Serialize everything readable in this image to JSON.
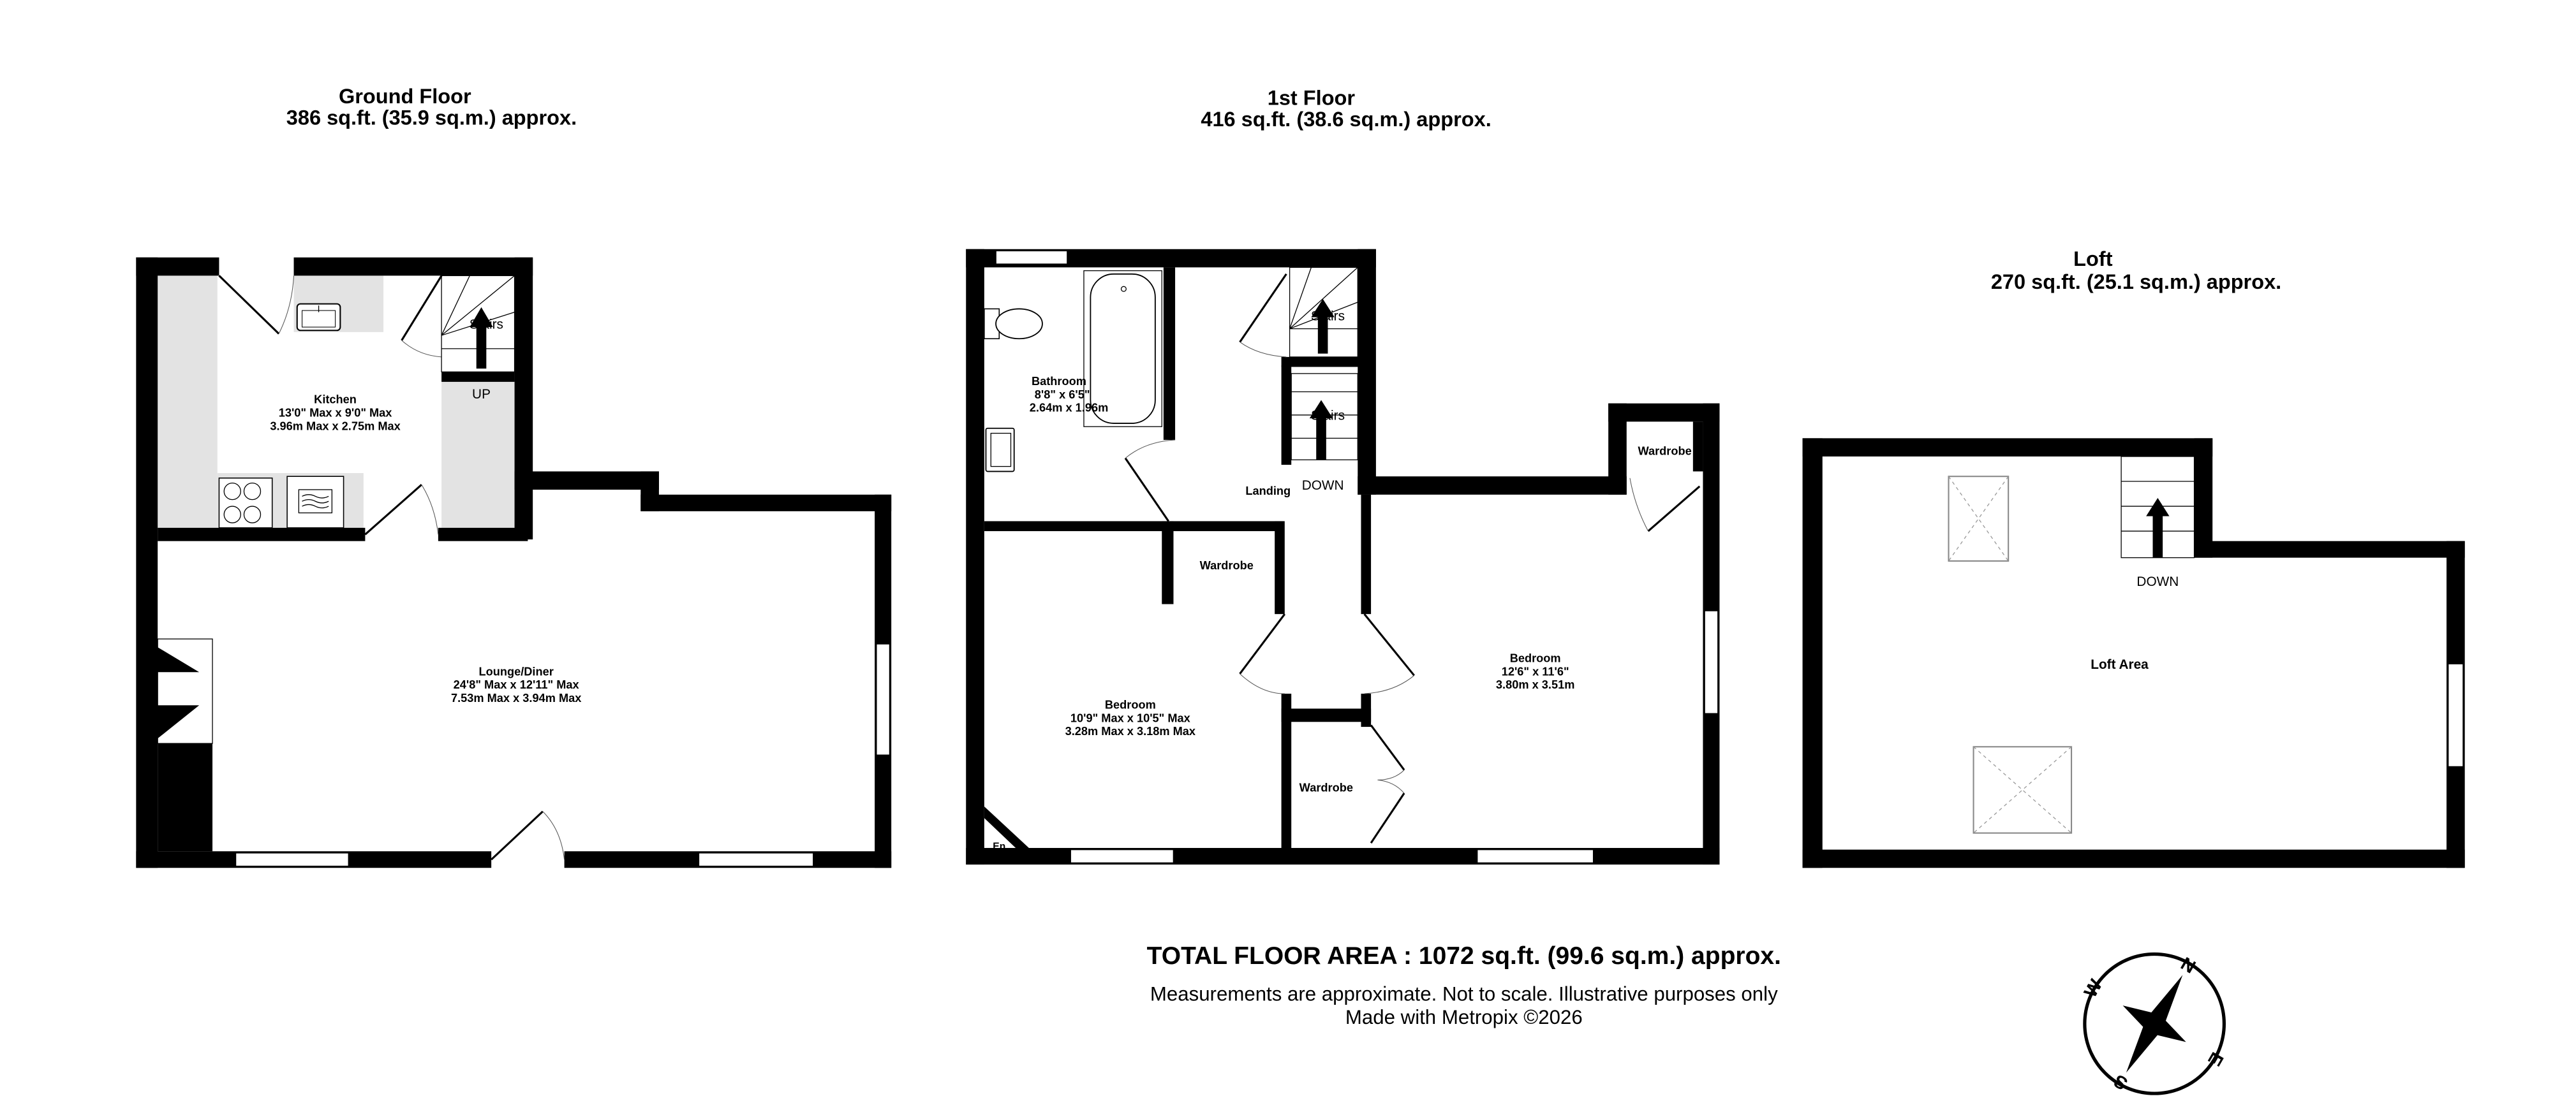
{
  "floors": {
    "ground": {
      "title": "Ground Floor",
      "area": "386 sq.ft. (35.9 sq.m.) approx."
    },
    "first": {
      "title": "1st Floor",
      "area": "416 sq.ft. (38.6 sq.m.) approx."
    },
    "loft": {
      "title": "Loft",
      "area": "270 sq.ft. (25.1 sq.m.) approx."
    }
  },
  "rooms": {
    "kitchen": {
      "name": "Kitchen",
      "imperial": "13'0\" Max x 9'0\" Max",
      "metric": "3.96m Max x 2.75m Max"
    },
    "lounge": {
      "name": "Lounge/Diner",
      "imperial": "24'8\" Max x 12'11\" Max",
      "metric": "7.53m Max x 3.94m Max"
    },
    "bathroom": {
      "name": "Bathroom",
      "imperial": "8'8\"  x 6'5\"",
      "metric": "2.64m  x 1.96m"
    },
    "bedroom1": {
      "name": "Bedroom",
      "imperial": "10'9\" Max x 10'5\" Max",
      "metric": "3.28m Max x 3.18m Max"
    },
    "bedroom2": {
      "name": "Bedroom",
      "imperial": "12'6\"  x 11'6\"",
      "metric": "3.80m  x 3.51m"
    },
    "loft_area": {
      "name": "Loft Area"
    }
  },
  "labels": {
    "stairs": "Stairs",
    "up": "UP",
    "down": "DOWN",
    "landing": "Landing",
    "wardrobe": "Wardrobe",
    "en": "En"
  },
  "footer": {
    "total": "TOTAL FLOOR AREA : 1072 sq.ft. (99.6 sq.m.) approx.",
    "disclaimer": "Measurements are approximate.  Not to scale.  Illustrative purposes only",
    "credit": "Made with Metropix ©2026"
  },
  "compass": {
    "n": "N",
    "e": "E",
    "s": "S",
    "w": "W"
  }
}
